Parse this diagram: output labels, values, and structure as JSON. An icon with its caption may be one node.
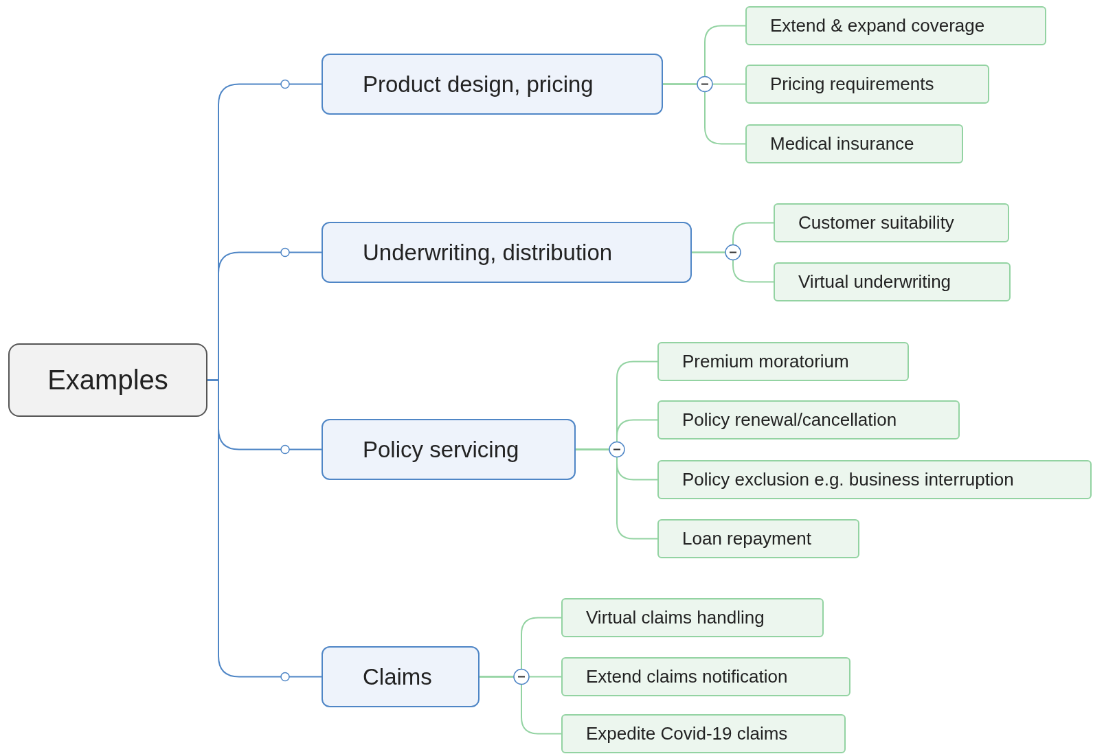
{
  "diagram": {
    "nodes": [
      {
        "text": [
          "Examples"
        ]
      },
      {
        "text": [
          "Product design, pricing"
        ]
      },
      {
        "text": [
          "Underwriting, distribution"
        ]
      },
      {
        "text": [
          "Policy servicing"
        ]
      },
      {
        "text": [
          "Claims"
        ]
      },
      {
        "text": [
          "Extend & expand coverage"
        ]
      },
      {
        "text": [
          "Pricing requirements"
        ]
      },
      {
        "text": [
          "Medical insurance"
        ]
      },
      {
        "text": [
          "Customer suitability"
        ]
      },
      {
        "text": [
          "Virtual underwriting"
        ]
      },
      {
        "text": [
          "Premium moratorium"
        ]
      },
      {
        "text": [
          "Policy renewal/cancellation"
        ]
      },
      {
        "text": [
          "Policy exclusion e.g. business interruption"
        ]
      },
      {
        "text": [
          "Loan repayment"
        ]
      },
      {
        "text": [
          "Virtual claims handling"
        ]
      },
      {
        "text": [
          "Extend claims notification"
        ]
      },
      {
        "text": [
          "Expedite Covid-19 claims"
        ]
      }
    ],
    "edges": [
      {
        "from": 0,
        "to": 1,
        "arrow": "none",
        "color": "#4f86c6"
      },
      {
        "from": 0,
        "to": 2,
        "arrow": "none",
        "color": "#4f86c6"
      },
      {
        "from": 0,
        "to": 3,
        "arrow": "none",
        "color": "#4f86c6"
      },
      {
        "from": 0,
        "to": 4,
        "arrow": "none",
        "color": "#4f86c6"
      },
      {
        "from": 1,
        "to": 5,
        "arrow": "none"
      },
      {
        "from": 1,
        "to": 6,
        "arrow": "none"
      },
      {
        "from": 1,
        "to": 7,
        "arrow": "none"
      },
      {
        "from": 2,
        "to": 8,
        "arrow": "none"
      },
      {
        "from": 2,
        "to": 9,
        "arrow": "none"
      },
      {
        "from": 3,
        "to": 10,
        "arrow": "none"
      },
      {
        "from": 3,
        "to": 11,
        "arrow": "none"
      },
      {
        "from": 3,
        "to": 12,
        "arrow": "none"
      },
      {
        "from": 3,
        "to": 13,
        "arrow": "none"
      },
      {
        "from": 4,
        "to": 14,
        "arrow": "none"
      },
      {
        "from": 4,
        "to": 15,
        "arrow": "none"
      },
      {
        "from": 4,
        "to": 16,
        "arrow": "none"
      }
    ]
  }
}
